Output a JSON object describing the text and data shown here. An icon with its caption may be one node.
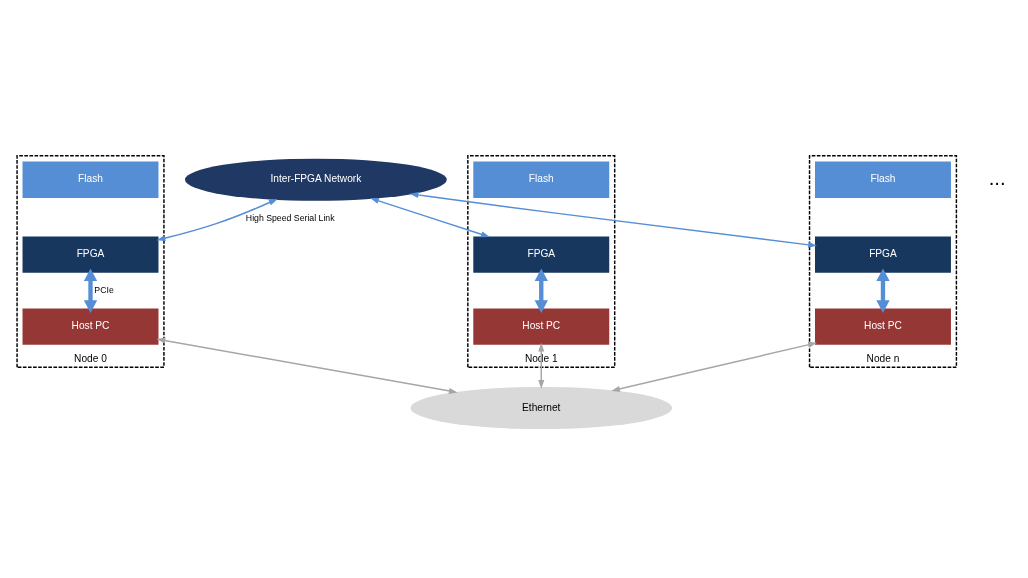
{
  "diagram": {
    "nodes": [
      {
        "text": [
          "Inter-FPGA Network"
        ]
      },
      {
        "text": [
          "Node 0"
        ]
      },
      {
        "text": [
          "Flash"
        ],
        "in": 1
      },
      {
        "text": [
          "FPGA"
        ],
        "in": 1
      },
      {
        "text": [
          "Host PC"
        ],
        "in": 1
      },
      {
        "text": [
          "Node 1"
        ]
      },
      {
        "text": [
          "Flash"
        ],
        "in": 5
      },
      {
        "text": [
          "FPGA"
        ],
        "in": 5
      },
      {
        "text": [
          "Host PC"
        ],
        "in": 5
      },
      {
        "text": [
          "Node n"
        ]
      },
      {
        "text": [
          "Flash"
        ],
        "in": 9
      },
      {
        "text": [
          "FPGA"
        ],
        "in": 9
      },
      {
        "text": [
          "Host PC"
        ],
        "in": 9
      },
      {
        "text": [
          "Ethernet"
        ]
      }
    ],
    "edges": [
      {
        "from": 3,
        "to": 0,
        "arrow": "both",
        "label": "High Speed Serial Link"
      },
      {
        "from": 7,
        "to": 0,
        "arrow": "both"
      },
      {
        "from": 11,
        "to": 0,
        "arrow": "both"
      },
      {
        "from": 3,
        "to": 4,
        "arrow": "both",
        "style": "thick",
        "label": "PCIe"
      },
      {
        "from": 7,
        "to": 8,
        "arrow": "both",
        "style": "thick"
      },
      {
        "from": 11,
        "to": 12,
        "arrow": "both",
        "style": "thick"
      },
      {
        "from": 4,
        "to": 13,
        "arrow": "both",
        "color": "#a6a6a6"
      },
      {
        "from": 8,
        "to": 13,
        "arrow": "both",
        "color": "#a6a6a6"
      },
      {
        "from": 12,
        "to": 13,
        "arrow": "both",
        "color": "#a6a6a6"
      }
    ],
    "labels": [
      "..."
    ]
  }
}
